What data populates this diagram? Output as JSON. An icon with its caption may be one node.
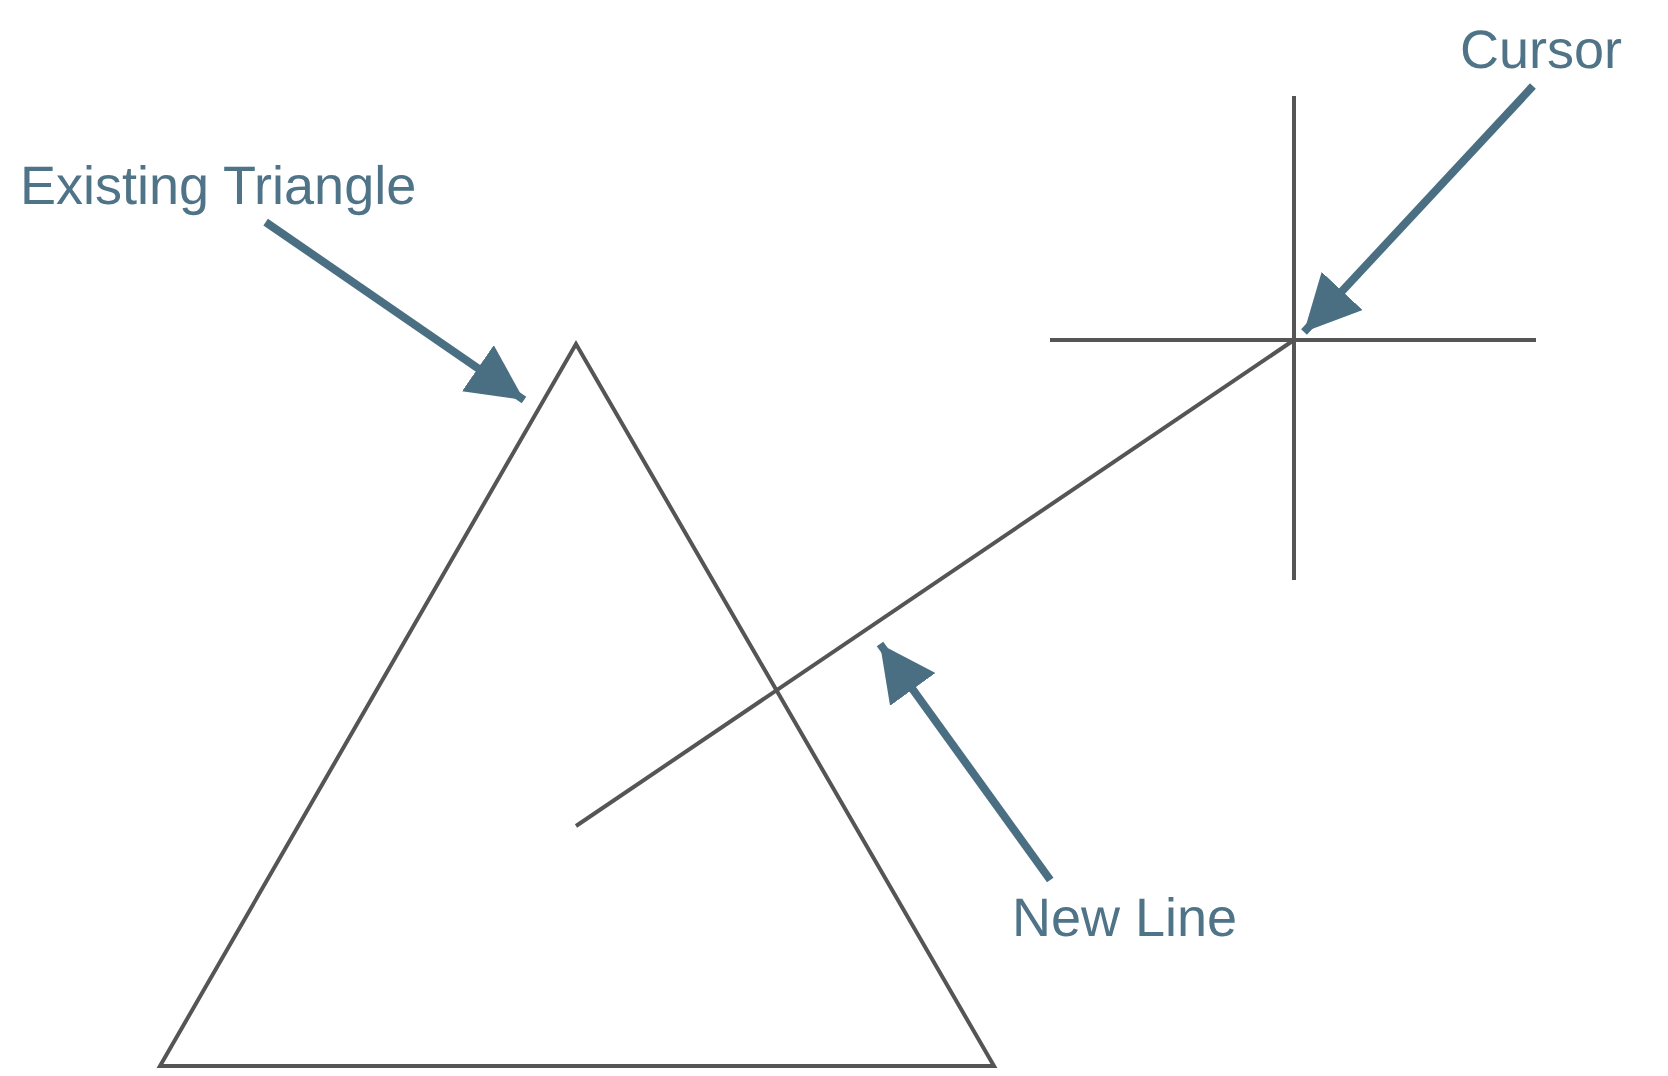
{
  "diagram": {
    "nodes": [
      {
        "text": [
          "Existing Triangle"
        ]
      },
      {
        "text": [],
        "shape": "triangle"
      },
      {
        "text": [
          "Cursor"
        ]
      },
      {
        "text": [],
        "shape": "crosshair"
      },
      {
        "text": [
          "New Line"
        ]
      },
      {
        "text": [],
        "shape": "line"
      }
    ],
    "edges": [
      {
        "from": 0,
        "to": 1,
        "arrow": "to"
      },
      {
        "from": 2,
        "to": 3,
        "arrow": "to"
      },
      {
        "from": 4,
        "to": 5,
        "arrow": "to"
      }
    ]
  }
}
